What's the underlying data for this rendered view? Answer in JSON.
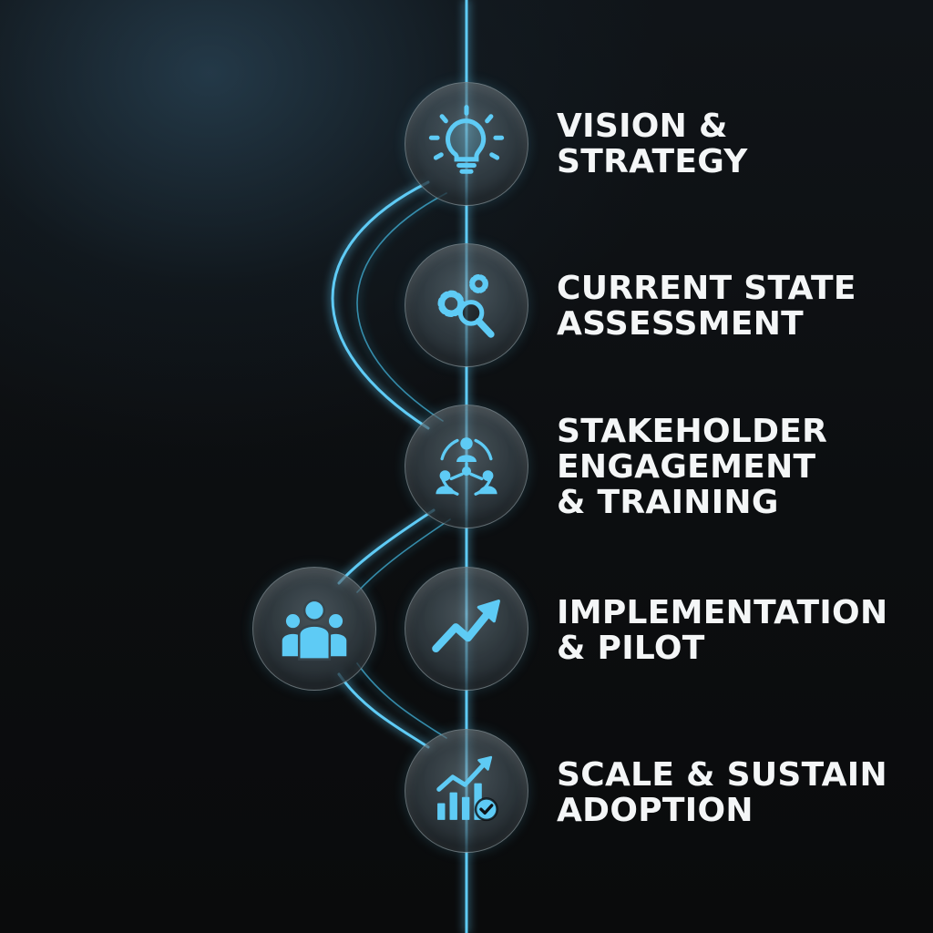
{
  "diagram": {
    "accent_color": "#5ecbf5",
    "steps": [
      {
        "label": "VISION &\nSTRATEGY",
        "icon": "lightbulb-icon"
      },
      {
        "label": "CURRENT STATE\nASSESSMENT",
        "icon": "gears-magnifier-icon"
      },
      {
        "label": "STAKEHOLDER\nENGAGEMENT\n& TRAINING",
        "icon": "people-network-icon"
      },
      {
        "label": "IMPLEMENTATION\n& PILOT",
        "icon": "trend-up-arrow-icon"
      },
      {
        "label": "SCALE & SUSTAIN\nADOPTION",
        "icon": "chart-check-icon"
      }
    ],
    "side_node": {
      "icon": "team-group-icon"
    }
  }
}
